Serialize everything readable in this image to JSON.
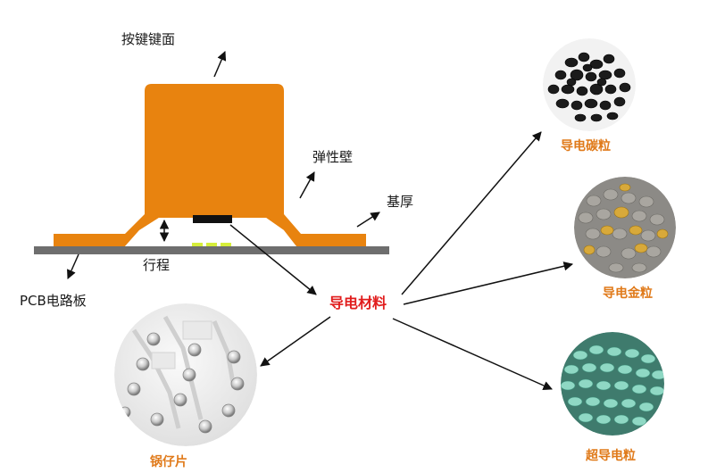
{
  "labels": {
    "keycap": "按键键面",
    "elastic_wall": "弹性壁",
    "base_thickness": "基厚",
    "stroke": "行程",
    "pcb": "PCB电路板",
    "conductive_material": "导电材料",
    "carbon_pill": "导电碳粒",
    "gold_pill": "导电金粒",
    "super_pill": "超导电粒",
    "metal_dome": "锅仔片"
  },
  "colors": {
    "keycap": "#e8830f",
    "pcb": "#6e6e6e",
    "contact": "#111111",
    "pad": "#d6ee3a",
    "label_orange": "#e07a1a",
    "label_red": "#e11d1d"
  }
}
